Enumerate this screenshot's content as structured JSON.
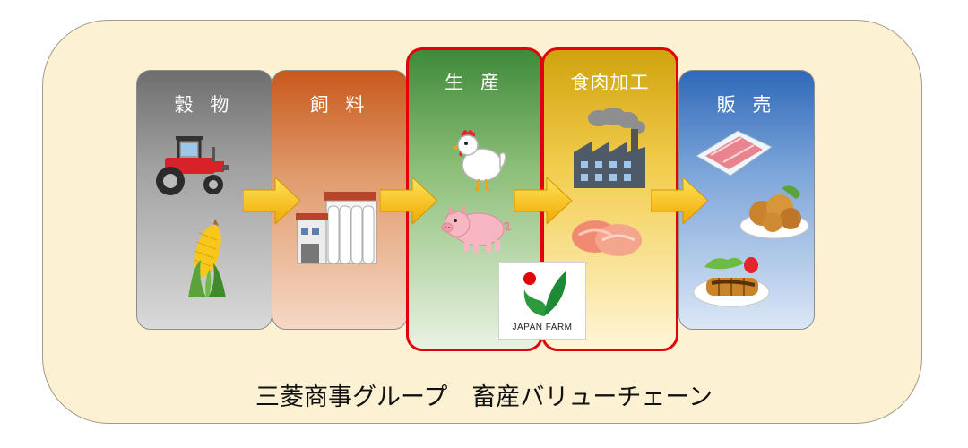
{
  "stages": [
    {
      "id": "grain",
      "label": "穀 物"
    },
    {
      "id": "feed",
      "label": "飼 料"
    },
    {
      "id": "production",
      "label": "生 産"
    },
    {
      "id": "processing",
      "label": "食肉加工"
    },
    {
      "id": "sales",
      "label": "販 売"
    }
  ],
  "highlighted_stages": [
    "production",
    "processing"
  ],
  "highlight_color": "#e3000b",
  "arrow_color": "#f5b800",
  "logo": {
    "text": "JAPAN FARM",
    "icon": "japan-farm-logo-icon"
  },
  "caption": "三菱商事グループ　畜産バリューチェーン",
  "icons": [
    "tractor-icon",
    "corn-icon",
    "feed-mill-icon",
    "chicken-icon",
    "pig-icon",
    "factory-icon",
    "raw-meat-icon",
    "sliced-pork-icon",
    "fried-chicken-icon",
    "tonkatsu-icon"
  ]
}
